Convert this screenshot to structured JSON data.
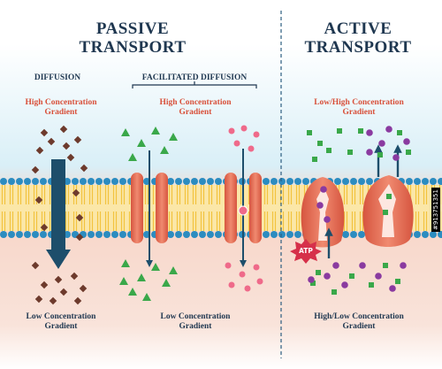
{
  "passive": {
    "title_line1": "PASSIVE",
    "title_line2": "TRANSPORT",
    "diffusion_label": "DIFFUSION",
    "facilitated_label": "FACILITATED DIFFUSION",
    "high_line1": "High Concentration",
    "high_line2": "Gradient",
    "high_line1_b": "High Concentration",
    "high_line2_b": "Gradient",
    "low_line1": "Low Concentration",
    "low_line2": "Gradient",
    "low_line1_b": "Low Concentration",
    "low_line2_b": "Gradient"
  },
  "active": {
    "title_line1": "ACTIVE",
    "title_line2": "TRANSPORT",
    "top_line1": "Low/High Concentration",
    "top_line2": "Gradient",
    "bottom_line1": "High/Low Concentration",
    "bottom_line2": "Gradient",
    "atp_label": "ATP"
  },
  "watermark": "#913751351",
  "colors": {
    "top_bg": "#ddf0f6",
    "bottom_bg": "#f9cfc0",
    "membrane_head": "#2c8cc0",
    "membrane_tail": "#f2c33e",
    "protein": "#e8705a",
    "arrow": "#1d4e6b",
    "molecule_diffusion": "#6d3a2c",
    "molecule_green": "#3aa84a",
    "molecule_pink": "#ef6a8a",
    "molecule_purple": "#8a3aa0",
    "label_red": "#d8503a",
    "label_navy": "#1f3750"
  }
}
